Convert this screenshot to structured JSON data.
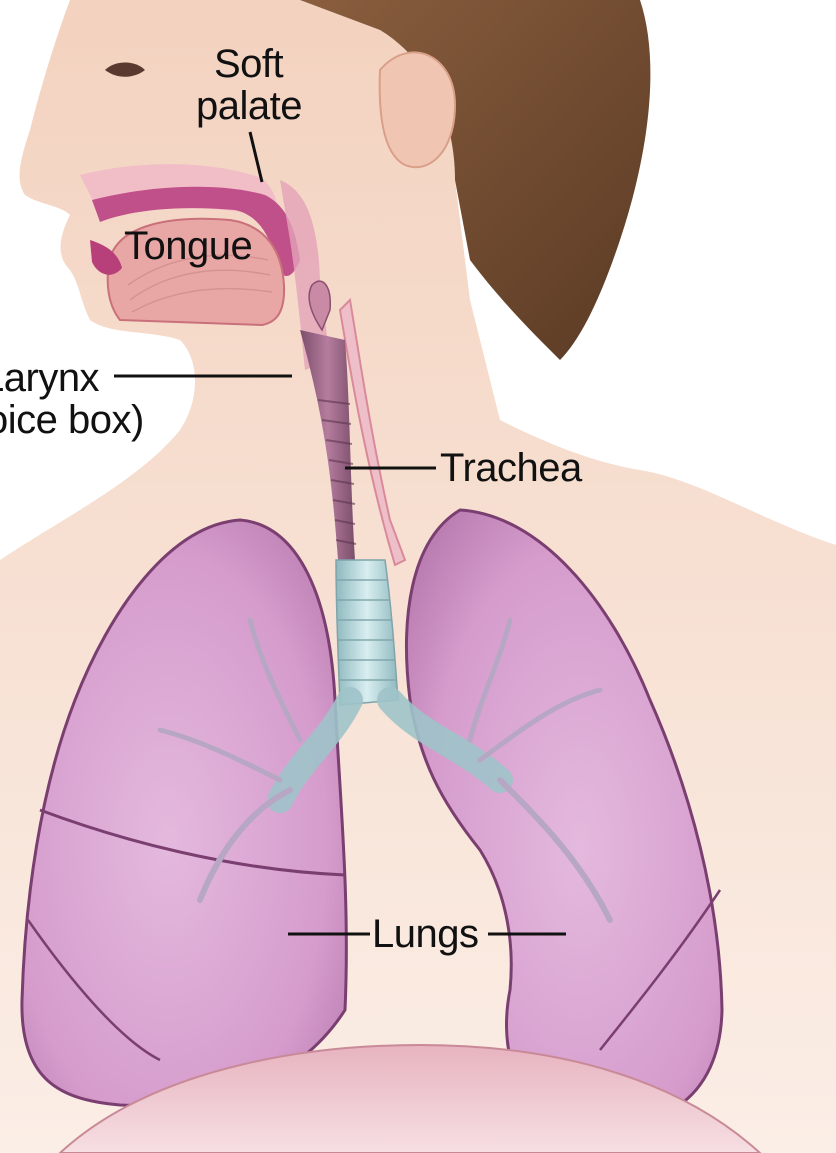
{
  "labels": {
    "soft_palate_line1": "Soft",
    "soft_palate_line2": "palate",
    "tongue": "Tongue",
    "larynx_line1": "Larynx",
    "larynx_line2": "oice box)",
    "trachea": "Trachea",
    "lungs": "Lungs"
  },
  "colors": {
    "skin": "#f6d9c8",
    "hair": "#7a5235",
    "lung": "#d59ccc",
    "lung_edge": "#7a3f70",
    "trachea_upper": "#a06a8a",
    "trachea_lower": "#bfe0e4",
    "mouth": "#b8407a",
    "label_text": "#111111"
  }
}
